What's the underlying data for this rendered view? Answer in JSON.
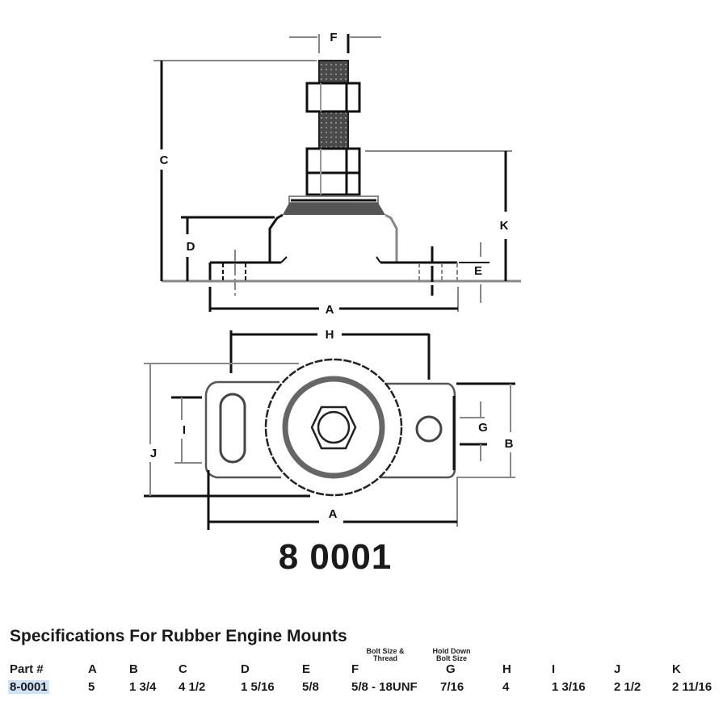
{
  "drawing": {
    "side_view_labels": {
      "F": "F",
      "C": "C",
      "K": "K",
      "D": "D",
      "E": "E",
      "A": "A"
    },
    "top_view_labels": {
      "H": "H",
      "I": "I",
      "J": "J",
      "G": "G",
      "B": "B",
      "A": "A"
    }
  },
  "model_number": "8 0001",
  "specs": {
    "title": "Specifications For Rubber Engine Mounts",
    "columns": [
      {
        "key": "part",
        "header": "Part #",
        "sub": ""
      },
      {
        "key": "A",
        "header": "A",
        "sub": ""
      },
      {
        "key": "B",
        "header": "B",
        "sub": ""
      },
      {
        "key": "C",
        "header": "C",
        "sub": ""
      },
      {
        "key": "D",
        "header": "D",
        "sub": ""
      },
      {
        "key": "E",
        "header": "E",
        "sub": ""
      },
      {
        "key": "F",
        "header": "F",
        "sub": "Bolt Size & Thread"
      },
      {
        "key": "G",
        "header": "G",
        "sub": "Hold Down Bolt Size"
      },
      {
        "key": "H",
        "header": "H",
        "sub": ""
      },
      {
        "key": "I",
        "header": "I",
        "sub": ""
      },
      {
        "key": "J",
        "header": "J",
        "sub": ""
      },
      {
        "key": "K",
        "header": "K",
        "sub": ""
      }
    ],
    "rows": [
      {
        "part": "8-0001",
        "A": "5",
        "B": "1 3/4",
        "C": "4 1/2",
        "D": "1 5/16",
        "E": "5/8",
        "F": "5/8 - 18UNF",
        "G": "7/16",
        "H": "4",
        "I": "1 3/16",
        "J": "2 1/2",
        "K": "2 11/16"
      }
    ],
    "sub_F_line1": "Bolt Size &",
    "sub_F_line2": "Thread",
    "sub_G_line1": "Hold Down",
    "sub_G_line2": "Bolt Size"
  }
}
